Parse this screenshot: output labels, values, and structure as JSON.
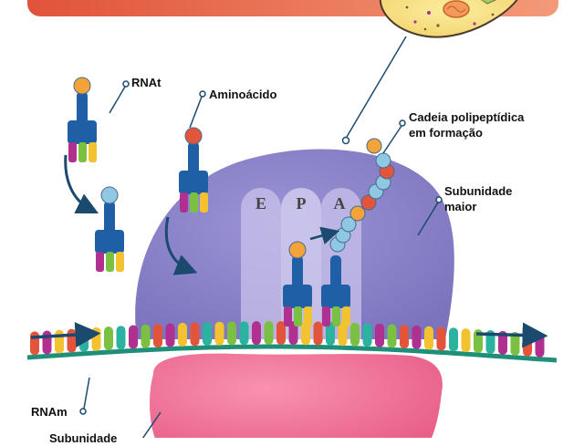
{
  "labels": {
    "trna": "RNAt",
    "amino_acid": "Aminoácido",
    "chain_line1": "Cadeia polipeptídica",
    "chain_line2": "em formação",
    "large_line1": "Subunidade",
    "large_line2": "maior",
    "mrna": "RNAm",
    "small_partial": "Subunidade"
  },
  "sites": [
    "E",
    "P",
    "A"
  ],
  "colors": {
    "banner": "#e45a3a",
    "large_subunit": "#8e86c9",
    "small_subunit": "#f0769a",
    "trna_body": "#1f5fa6",
    "mrna_backbone": "#1f8f7a",
    "arrow": "#1c4a6e",
    "chain_orange": "#f2a33a",
    "chain_blue": "#8ec8e3",
    "chain_red": "#e2553a"
  },
  "nucleotide_colors": [
    "#e2553a",
    "#7cc043",
    "#f2c230",
    "#b0308f",
    "#2bb3a0"
  ]
}
